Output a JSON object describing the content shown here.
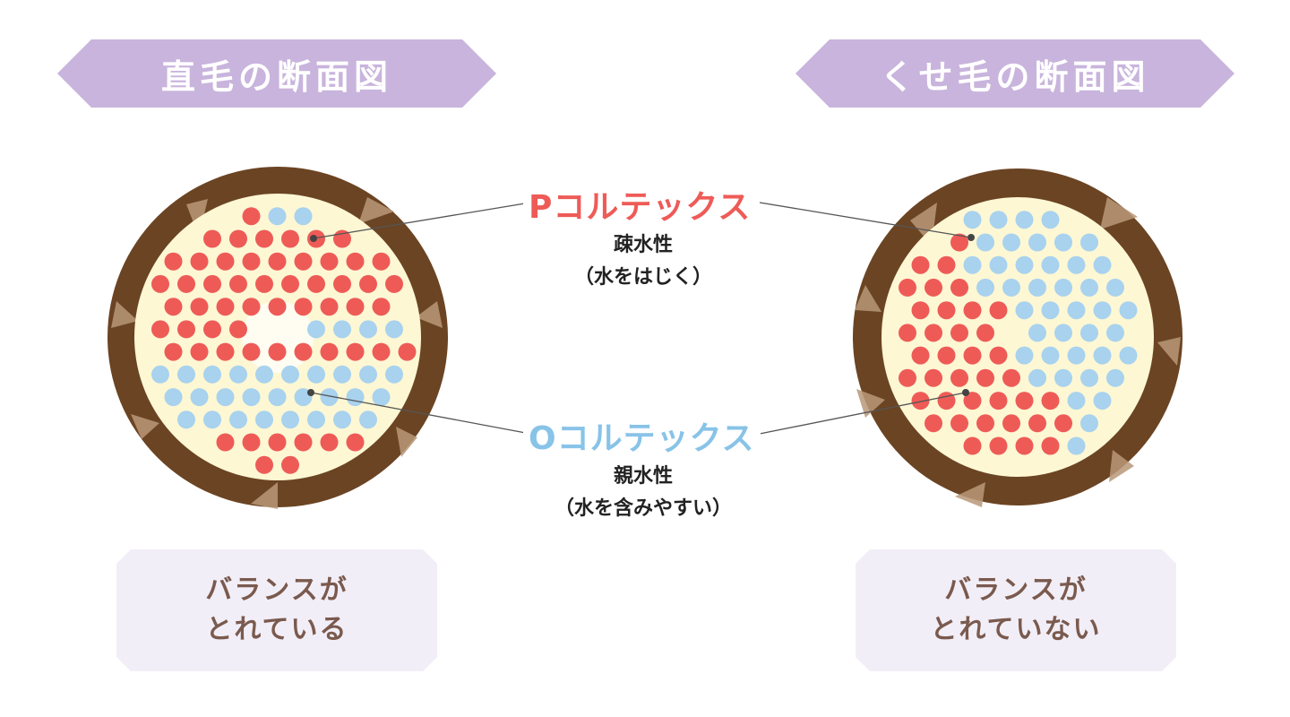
{
  "banners": {
    "left": "直毛の断面図",
    "right": "くせ毛の断面図"
  },
  "labels": {
    "p_cortex": {
      "title": "Pコルテックス",
      "property": "疎水性",
      "description": "（水をはじく）"
    },
    "o_cortex": {
      "title": "Oコルテックス",
      "property": "親水性",
      "description": "（水を含みやすい）"
    }
  },
  "notes": {
    "left": {
      "line1": "バランスが",
      "line2": "とれている"
    },
    "right": {
      "line1": "バランスが",
      "line2": "とれていない"
    }
  },
  "colors": {
    "banner": "#c8b4dc",
    "note_bg": "#f2eef7",
    "p_cortex": "#ee5b57",
    "o_cortex": "#a8d2ee",
    "hair_core": "#fdf7d4",
    "cuticle_dark": "#6b4423",
    "cuticle_light": "#b89878"
  }
}
